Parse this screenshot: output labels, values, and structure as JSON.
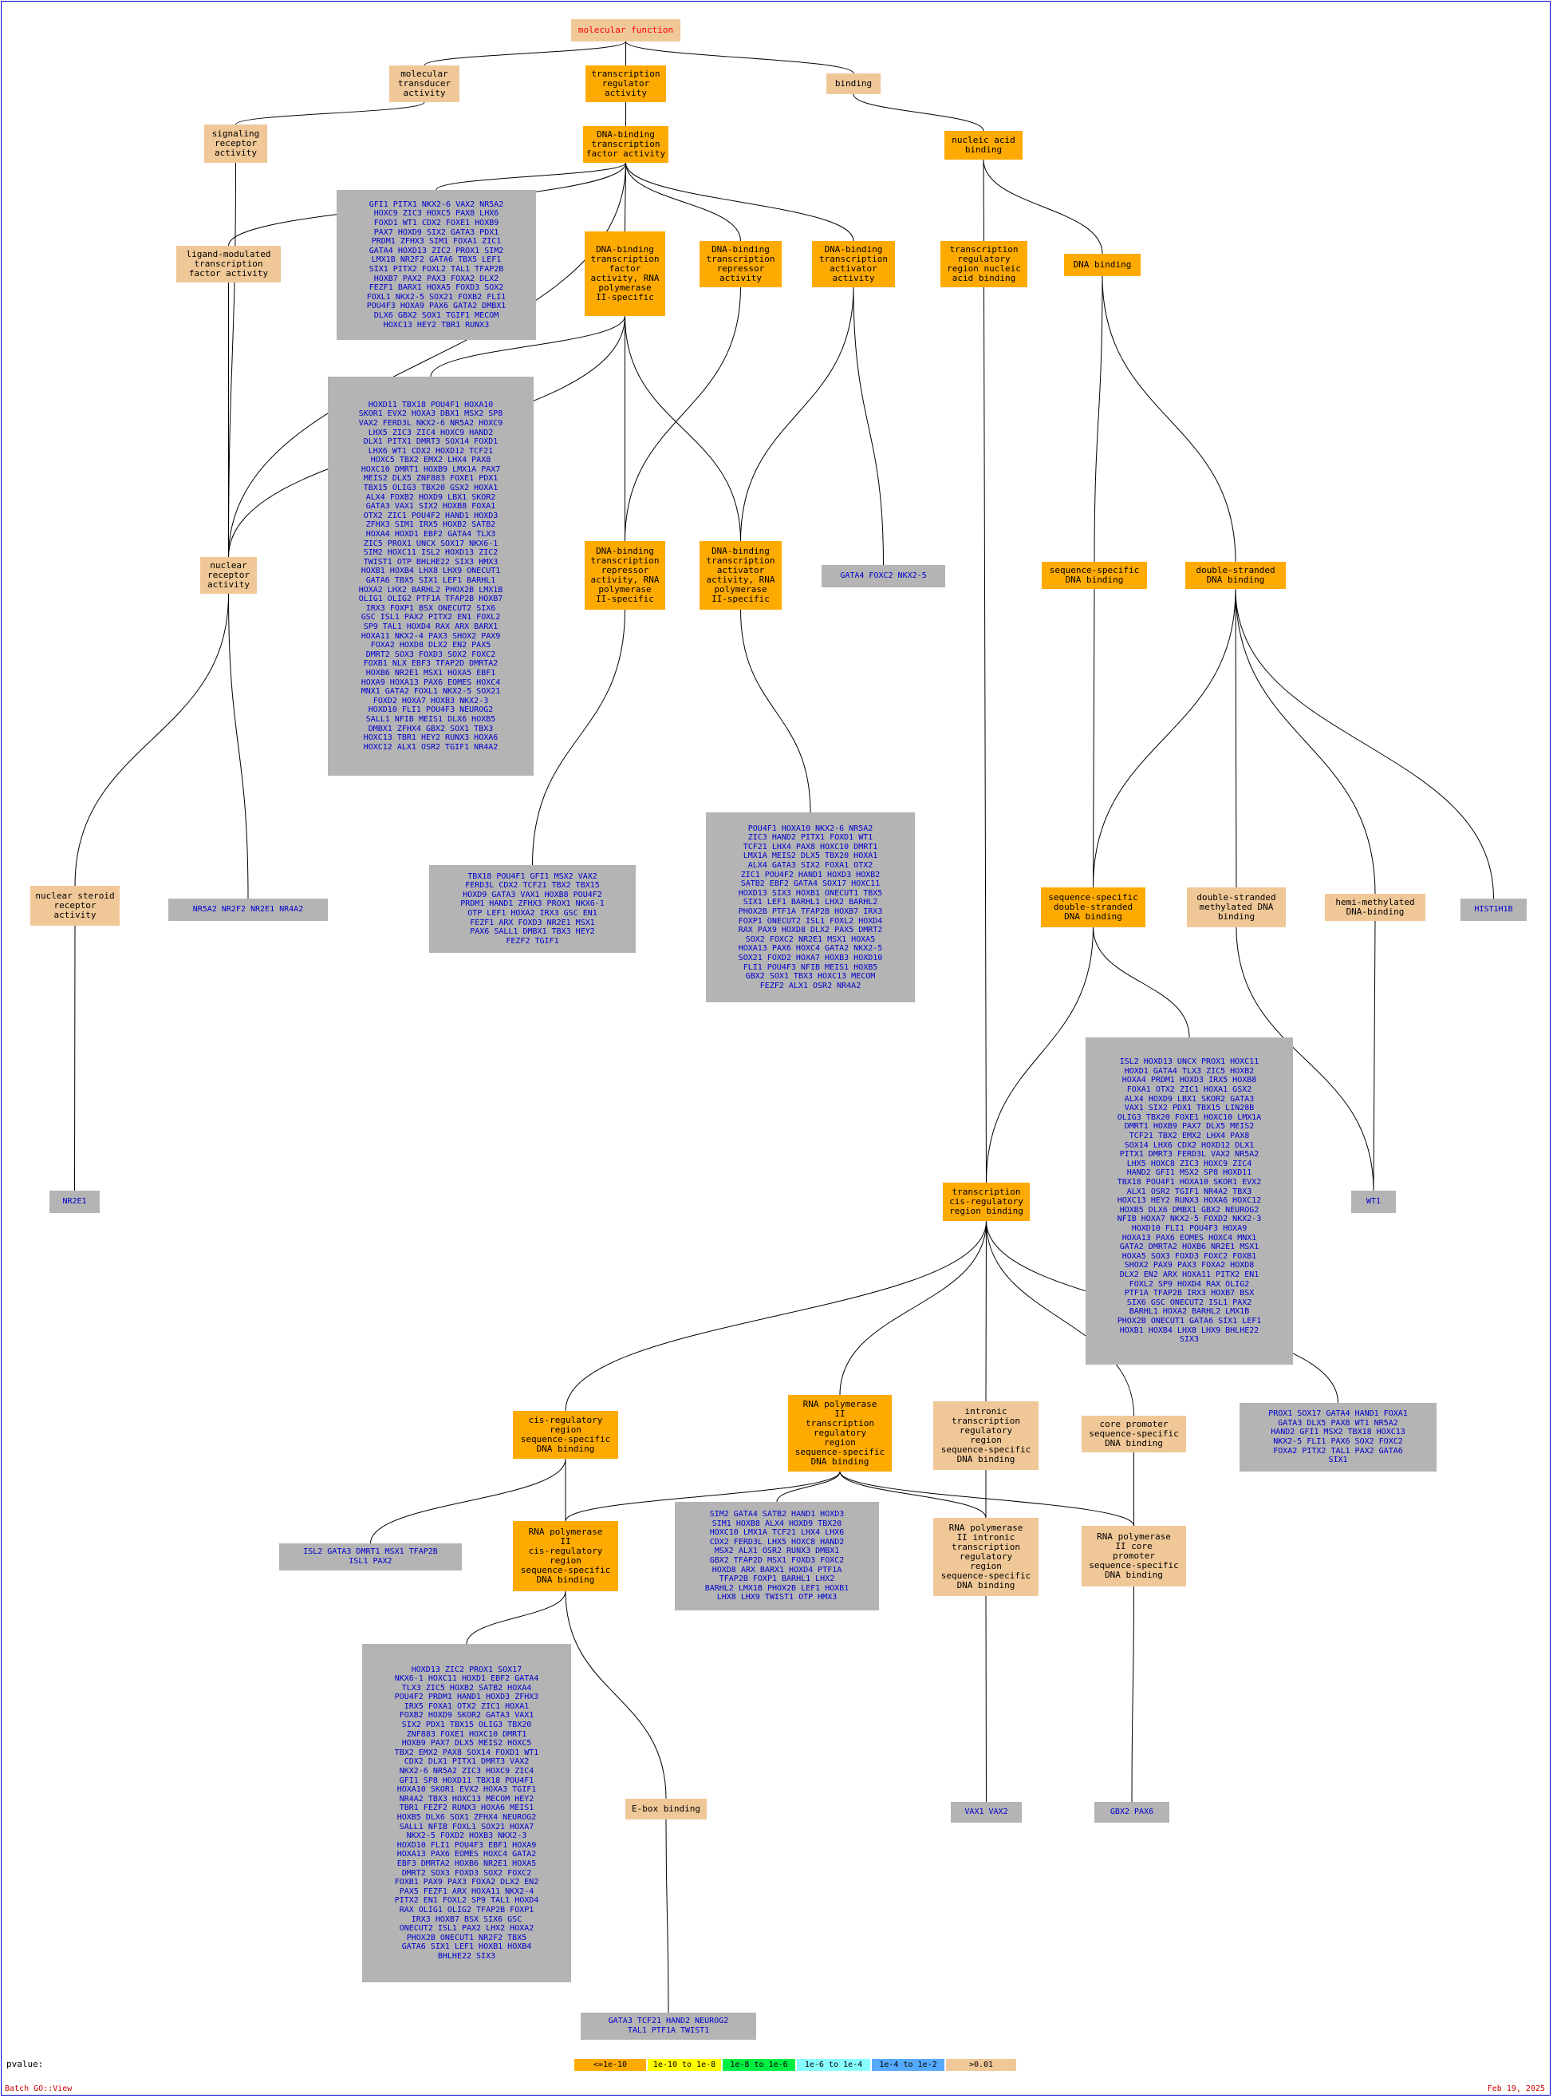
{
  "nodes": [
    {
      "id": "mf",
      "label": "molecular function",
      "sig": "5",
      "root": true
    },
    {
      "id": "mt",
      "label": "molecular\ntransducer\nactivity",
      "sig": "5"
    },
    {
      "id": "trx",
      "label": "transcription\nregulator\nactivity",
      "sig": "0"
    },
    {
      "id": "bind",
      "label": "binding",
      "sig": "5"
    },
    {
      "id": "srec",
      "label": "signaling\nreceptor\nactivity",
      "sig": "5"
    },
    {
      "id": "dbtf",
      "label": "DNA-binding\ntranscription\nfactor activity",
      "sig": "0"
    },
    {
      "id": "nab",
      "label": "nucleic acid\nbinding",
      "sig": "0"
    },
    {
      "id": "lig",
      "label": "ligand-modulated\ntranscription\nfactor activity",
      "sig": "5"
    },
    {
      "id": "dbpol",
      "label": "DNA-binding\ntranscription\nfactor\nactivity, RNA\npolymerase\nII-specific",
      "sig": "0"
    },
    {
      "id": "dbrep",
      "label": "DNA-binding\ntranscription\nrepressor\nactivity",
      "sig": "0"
    },
    {
      "id": "dbact",
      "label": "DNA-binding\ntranscription\nactivator\nactivity",
      "sig": "0"
    },
    {
      "id": "trrb",
      "label": "transcription\nregulatory\nregion nucleic\nacid binding",
      "sig": "0"
    },
    {
      "id": "dnab",
      "label": "DNA binding",
      "sig": "0"
    },
    {
      "id": "nrec",
      "label": "nuclear\nreceptor\nactivity",
      "sig": "5"
    },
    {
      "id": "reppol",
      "label": "DNA-binding\ntranscription\nrepressor\nactivity, RNA\npolymerase\nII-specific",
      "sig": "0"
    },
    {
      "id": "actpol",
      "label": "DNA-binding\ntranscription\nactivator\nactivity, RNA\npolymerase\nII-specific",
      "sig": "0"
    },
    {
      "id": "ssdb",
      "label": "sequence-specific\nDNA binding",
      "sig": "0"
    },
    {
      "id": "dsdb",
      "label": "double-stranded\nDNA binding",
      "sig": "0"
    },
    {
      "id": "nsr",
      "label": "nuclear steroid\nreceptor\nactivity",
      "sig": "5"
    },
    {
      "id": "ssds",
      "label": "sequence-specific\ndouble-stranded\nDNA binding",
      "sig": "0"
    },
    {
      "id": "dsmeth",
      "label": "double-stranded\nmethylated DNA\nbinding",
      "sig": "5"
    },
    {
      "id": "hemi",
      "label": "hemi-methylated\nDNA-binding",
      "sig": "5"
    },
    {
      "id": "tcis",
      "label": "transcription\ncis-regulatory\nregion binding",
      "sig": "0"
    },
    {
      "id": "cisreg",
      "label": "cis-regulatory\nregion\nsequence-specific\nDNA binding",
      "sig": "0"
    },
    {
      "id": "rnapol2",
      "label": "RNA polymerase\nII\ntranscription\nregulatory\nregion\nsequence-specific\nDNA binding",
      "sig": "0"
    },
    {
      "id": "intronic",
      "label": "intronic\ntranscription\nregulatory\nregion\nsequence-specific\nDNA binding",
      "sig": "5"
    },
    {
      "id": "corep",
      "label": "core promoter\nsequence-specific\nDNA binding",
      "sig": "5"
    },
    {
      "id": "rnacis",
      "label": "RNA polymerase\nII\ncis-regulatory\nregion\nsequence-specific\nDNA binding",
      "sig": "0"
    },
    {
      "id": "rnaintr",
      "label": "RNA polymerase\nII intronic\ntranscription\nregulatory\nregion\nsequence-specific\nDNA binding",
      "sig": "5"
    },
    {
      "id": "rnacore",
      "label": "RNA polymerase\nII core\npromoter\nsequence-specific\nDNA binding",
      "sig": "5"
    },
    {
      "id": "ebox",
      "label": "E-box binding",
      "sig": "5"
    }
  ],
  "genes": [
    {
      "id": "g_dbtf",
      "text": "GFI1 PITX1 NKX2-6 VAX2 NR5A2\nHOXC9 ZIC3 HOXC5 PAX8 LHX6\nFOXD1 WT1 CDX2 FOXE1 HOXB9\nPAX7 HOXD9 SIX2 GATA3 PDX1\nPRDM1 ZFHX3 SIM1 FOXA1 ZIC1\nGATA4 HOXD13 ZIC2 PROX1 SIM2\nLMX1B NR2F2 GATA6 TBX5 LEF1\nSIX1 PITX2 FOXL2 TAL1 TFAP2B\nHOXB7 PAX2 PAX3 FOXA2 DLX2\nFEZF1 BARX1 HOXA5 FOXD3 SOX2\nFOXL1 NKX2-5 SOX21 FOXB2 FLI1\nPOU4F3 HOXA9 PAX6 GATA2 DMBX1\nDLX6 GBX2 SOX1 TGIF1 MECOM\nHOXC13 HEY2 TBR1 RUNX3"
    },
    {
      "id": "g_dbpol",
      "text": "HOXD11 TBX18 POU4F1 HOXA10\nSKOR1 EVX2 HOXA3 DBX1 MSX2 SP8\nVAX2 FERD3L NKX2-6 NR5A2 HOXC9\nLHX5 ZIC3 ZIC4 HOXC9 HAND2\nDLX1 PITX1 DMRT3 SOX14 FOXD1\nLHX6 WT1 CDX2 HOXD12 TCF21\nHOXC5 TBX2 EMX2 LHX4 PAX8\nHOXC10 DMRT1 HOXB9 LMX1A PAX7\nMEIS2 DLX5 ZNF883 FOXE1 PDX1\nTBX15 OLIG3 TBX20 GSX2 HOXA1\nALX4 FOXB2 HOXD9 LBX1 SKOR2\nGATA3 VAX1 SIX2 HOXB8 FOXA1\nOTX2 ZIC1 POU4F2 HAND1 HOXD3\nZFHX3 SIM1 IRX5 HOXB2 SATB2\nHOXA4 HOXD1 EBF2 GATA4 TLX3\nZIC5 PROX1 UNCX SOX17 NKX6-1\nSIM2 HOXC11 ISL2 HOXD13 ZIC2\nTWIST1 OTP BHLHE22 SIX3 HMX3\nHOXB1 HOXB4 LHX8 LHX9 ONECUT1\nGATA6 TBX5 SIX1 LEF1 BARHL1\nHOXA2 LHX2 BARHL2 PHOX2B LMX1B\nOLIG1 OLIG2 PTF1A TFAP2B HOXB7\nIRX3 FOXP1 BSX ONECUT2 SIX6\nGSC ISL1 PAX2 PITX2 EN1 FOXL2\nSP9 TAL1 HOXD4 RAX ARX BARX1\nHOXA11 NKX2-4 PAX3 SHOX2 PAX9\nFOXA2 HOXD8 DLX2 EN2 PAX5\nDMRT2 SOX3 FOXD3 SOX2 FOXC2\nFOXB1 NLX EBF3 TFAP2D DMRTA2\nHOXB6 NR2E1 MSX1 HOXA5 EBF1\nHOXA9 HOXA13 PAX6 EOMES HOXC4\nMNX1 GATA2 FOXL1 NKX2-5 SOX21\nFOXD2 HOXA7 HOXB3 NKX2-3\nHOXD10 FLI1 POU4F3 NEUROG2\nSALL1 NFIB MEIS1 DLX6 HOXB5\nDMBX1 ZFHX4 GBX2 SOX1 TBX3\nHOXC13 TBR1 HEY2 RUNX3 HOXA6\nHOXC12 ALX1 OSR2 TGIF1 NR4A2"
    },
    {
      "id": "g_dbact",
      "text": "GATA4 FOXC2 NKX2-5"
    },
    {
      "id": "g_nrec",
      "text": "NR5A2 NR2F2 NR2E1 NR4A2"
    },
    {
      "id": "g_reppol",
      "text": "TBX18 POU4F1 GFI1 MSX2 VAX2\nFERD3L CDX2 TCF21 TBX2 TBX15\nHOXD9 GATA3 VAX1 HOXB8 POU4F2\nPRDM1 HAND1 ZFHX3 PROX1 NKX6-1\nOTP LEF1 HOXA2 IRX3 GSC EN1\nFEZF1 ARX FOXD3 NR2E1 MSX1\nPAX6 SALL1 DMBX1 TBX3 HEY2\nFEZF2 TGIF1"
    },
    {
      "id": "g_actpol",
      "text": "POU4F1 HOXA10 NKX2-6 NR5A2\nZIC3 HAND2 PITX1 FOXD1 WT1\nTCF21 LHX4 PAX8 HOXC10 DMRT1\nLMX1A MEIS2 DLX5 TBX20 HOXA1\nALX4 GATA3 SIX2 FOXA1 OTX2\nZIC1 POU4F2 HAND1 HOXD3 HOXB2\nSATB2 EBF2 GATA4 SOX17 HOXC11\nHOXD13 SIX3 HOXB1 ONECUT1 TBX5\nSIX1 LEF1 BARHL1 LHX2 BARHL2\nPHOX2B PTF1A TFAP2B HOXB7 IRX3\nFOXP1 ONECUT2 ISL1 FOXL2 HOXD4\nRAX PAX9 HOXD8 DLX2 PAX5 DMRT2\nSOX2 FOXC2 NR2E1 MSX1 HOXA5\nHOXA13 PAX6 HOXC4 GATA2 NKX2-5\nSOX21 FOXD2 HOXA7 HOXB3 HOXD10\nFLI1 POU4F3 NFIB MEIS1 HOXB5\nGBX2 SOX1 TBX3 HOXC13 MECOM\nFEZF2 ALX1 OSR2 NR4A2"
    },
    {
      "id": "g_nsr",
      "text": "NR2E1"
    },
    {
      "id": "g_ssds",
      "text": "ISL2 HOXD13 UNCX PROX1 HOXC11\nHOXD1 GATA4 TLX3 ZIC5 HOXB2\nHOXA4 PRDM1 HOXD3 IRX5 HOXB8\nFOXA1 OTX2 ZIC1 HOXA1 GSX2\nALX4 HOXD9 LBX1 SKOR2 GATA3\nVAX1 SIX2 PDX1 TBX15 LIN28B\nOLIG3 TBX20 FOXE1 HOXC10 LMX1A\nDMRT1 HOXB9 PAX7 DLX5 MEIS2\nTCF21 TBX2 EMX2 LHX4 PAX8\nSOX14 LHX6 CDX2 HOXD12 DLX1\nPITX1 DMRT3 FERD3L VAX2 NR5A2\nLHX5 HOXC8 ZIC3 HOXC9 ZIC4\nHAND2 GFI1 MSX2 SP8 HOXD11\nTBX18 POU4F1 HOXA10 SKOR1 EVX2\nALX1 OSR2 TGIF1 NR4A2 TBX3\nHOXC13 HEY2 RUNX3 HOXA6 HOXC12\nHOXB5 DLX6 DMBX1 GBX2 NEUROG2\nNFIB HOXA7 NKX2-5 FOXD2 NKX2-3\nHOXD10 FLI1 POU4F3 HOXA9\nHOXA13 PAX6 EOMES HOXC4 MNX1\nGATA2 DMRTA2 HOXB6 NR2E1 MSX1\nHOXA5 SOX3 FOXD3 FOXC2 FOXB1\nSHOX2 PAX9 PAX3 FOXA2 HOXD8\nDLX2 EN2 ARX HOXA11 PITX2 EN1\nFOXL2 SP9 HOXD4 RAX OLIG2\nPTF1A TFAP2B IRX3 HOXB7 BSX\nSIX6 GSC ONECUT2 ISL1 PAX2\nBARHL1 HOXA2 BARHL2 LMX1B\nPHOX2B ONECUT1 GATA6 SIX1 LEF1\nHOXB1 HOXB4 LHX8 LHX9 BHLHE22\nSIX3"
    },
    {
      "id": "g_hemi",
      "text": "WT1"
    },
    {
      "id": "g_dsdb",
      "text": "HIST1H1B"
    },
    {
      "id": "g_tcis",
      "text": "PROX1 SOX17 GATA4 HAND1 FOXA1\nGATA3 DLX5 PAX8 WT1 NR5A2\nHAND2 GFI1 MSX2 TBX18 HOXC13\nNKX2-5 FLI1 PAX6 SOX2 FOXC2\nFOXA2 PITX2 TAL1 PAX2 GATA6\nSIX1"
    },
    {
      "id": "g_cisreg",
      "text": "ISL2 GATA3 DMRT1 MSX1 TFAP2B\nISL1 PAX2"
    },
    {
      "id": "g_rnapol2",
      "text": "SIM2 GATA4 SATB2 HAND1 HOXD3\nSIM1 HOXB8 ALX4 HOXD9 TBX20\nHOXC10 LMX1A TCF21 LHX4 LHX6\nCDX2 FERD3L LHX5 HOXC8 HAND2\nMSX2 ALX1 OSR2 RUNX3 DMBX1\nGBX2 TFAP2D MSX1 FOXD3 FOXC2\nHOXD8 ARX BARX1 HOXD4 PTF1A\nTFAP2B FOXP1 BARHL1 LHX2\nBARHL2 LMX1B PHOX2B LEF1 HOXB1\nLHX8 LHX9 TWIST1 OTP HMX3"
    },
    {
      "id": "g_rnacis",
      "text": "HOXD13 ZIC2 PROX1 SOX17\nNKX6-1 HOXC11 HOXD1 EBF2 GATA4\nTLX3 ZIC5 HOXB2 SATB2 HOXA4\nPOU4F2 PRDM1 HAND1 HOXD3 ZFHX3\nIRX5 FOXA1 OTX2 ZIC1 HOXA1\nFOXB2 HOXD9 SKOR2 GATA3 VAX1\nSIX2 PDX1 TBX15 OLIG3 TBX20\nZNF883 FOXE1 HOXC10 DMRT1\nHOXB9 PAX7 DLX5 MEIS2 HOXC5\nTBX2 EMX2 PAX8 SOX14 FOXD1 WT1\nCDX2 DLX1 PITX1 DMRT3 VAX2\nNKX2-6 NR5A2 ZIC3 HOXC9 ZIC4\nGFI1 SP8 HOXD11 TBX18 POU4F1\nHOXA10 SKOR1 EVX2 HOXA3 TGIF1\nNR4A2 TBX3 HOXC13 MECOM HEY2\nTBR1 FEZF2 RUNX3 HOXA6 MEIS1\nHOXB5 DLX6 SOX1 ZFHX4 NEUROG2\nSALL1 NFIB FOXL1 SOX21 HOXA7\nNKX2-5 FOXD2 HOXB3 NKX2-3\nHOXD10 FLI1 POU4F3 EBF1 HOXA9\nHOXA13 PAX6 EOMES HOXC4 GATA2\nEBF3 DMRTA2 HOXB6 NR2E1 HOXA5\nDMRT2 SOX3 FOXD3 SOX2 FOXC2\nFOXB1 PAX9 PAX3 FOXA2 DLX2 EN2\nPAX5 FEZF1 ARX HOXA11 NKX2-4\nPITX2 EN1 FOXL2 SP9 TAL1 HOXD4\nRAX OLIG1 OLIG2 TFAP2B FOXP1\nIRX3 HOXB7 BSX SIX6 GSC\nONECUT2 ISL1 PAX2 LHX2 HOXA2\nPHOX2B ONECUT1 NR2F2 TBX5\nGATA6 SIX1 LEF1 HOXB1 HOXB4\nBHLHE22 SIX3"
    },
    {
      "id": "g_rnaintr",
      "text": "VAX1 VAX2"
    },
    {
      "id": "g_rnacore",
      "text": "GBX2 PAX6"
    },
    {
      "id": "g_ebox",
      "text": "GATA3 TCF21 HAND2 NEUROG2\nTAL1 PTF1A TWIST1"
    }
  ],
  "edges": [
    [
      "mf",
      "mt"
    ],
    [
      "mf",
      "trx"
    ],
    [
      "mf",
      "bind"
    ],
    [
      "mt",
      "srec"
    ],
    [
      "trx",
      "dbtf"
    ],
    [
      "bind",
      "nab"
    ],
    [
      "srec",
      "nrec"
    ],
    [
      "dbtf",
      "lig"
    ],
    [
      "dbtf",
      "g_dbtf"
    ],
    [
      "dbtf",
      "dbpol"
    ],
    [
      "dbtf",
      "dbrep"
    ],
    [
      "dbtf",
      "dbact"
    ],
    [
      "dbtf",
      "nrec"
    ],
    [
      "lig",
      "nrec"
    ],
    [
      "nab",
      "trrb"
    ],
    [
      "nab",
      "dnab"
    ],
    [
      "dbpol",
      "g_dbpol"
    ],
    [
      "dbpol",
      "reppol"
    ],
    [
      "dbpol",
      "actpol"
    ],
    [
      "dbpol",
      "nrec"
    ],
    [
      "dbrep",
      "reppol"
    ],
    [
      "dbact",
      "actpol"
    ],
    [
      "dbact",
      "g_dbact"
    ],
    [
      "trrb",
      "tcis"
    ],
    [
      "dnab",
      "ssdb"
    ],
    [
      "dnab",
      "dsdb"
    ],
    [
      "nrec",
      "nsr"
    ],
    [
      "nrec",
      "g_nrec"
    ],
    [
      "reppol",
      "g_reppol"
    ],
    [
      "actpol",
      "g_actpol"
    ],
    [
      "ssdb",
      "ssds"
    ],
    [
      "dsdb",
      "ssds"
    ],
    [
      "dsdb",
      "dsmeth"
    ],
    [
      "dsdb",
      "hemi"
    ],
    [
      "dsdb",
      "g_dsdb"
    ],
    [
      "nsr",
      "g_nsr"
    ],
    [
      "ssds",
      "g_ssds"
    ],
    [
      "ssds",
      "tcis"
    ],
    [
      "dsmeth",
      "g_hemi"
    ],
    [
      "hemi",
      "g_hemi"
    ],
    [
      "tcis",
      "cisreg"
    ],
    [
      "tcis",
      "rnapol2"
    ],
    [
      "tcis",
      "intronic"
    ],
    [
      "tcis",
      "corep"
    ],
    [
      "tcis",
      "g_tcis"
    ],
    [
      "cisreg",
      "g_cisreg"
    ],
    [
      "cisreg",
      "rnacis"
    ],
    [
      "rnapol2",
      "rnacis"
    ],
    [
      "rnapol2",
      "g_rnapol2"
    ],
    [
      "rnapol2",
      "rnaintr"
    ],
    [
      "rnapol2",
      "rnacore"
    ],
    [
      "intronic",
      "rnaintr"
    ],
    [
      "corep",
      "rnacore"
    ],
    [
      "rnacis",
      "g_rnacis"
    ],
    [
      "rnacis",
      "ebox"
    ],
    [
      "rnaintr",
      "g_rnaintr"
    ],
    [
      "rnacore",
      "g_rnacore"
    ],
    [
      "ebox",
      "g_ebox"
    ]
  ],
  "footer": {
    "pvalue_label": "pvalue:",
    "legend": [
      {
        "label": "<=1e-10",
        "color": "#ffaa00"
      },
      {
        "label": "1e-10 to 1e-8",
        "color": "#ffff00"
      },
      {
        "label": "1e-8 to 1e-6",
        "color": "#00ee44"
      },
      {
        "label": "1e-6 to 1e-4",
        "color": "#88ffff"
      },
      {
        "label": "1e-4 to 1e-2",
        "color": "#55aaff"
      },
      {
        "label": ">0.01",
        "color": "#f0c898"
      }
    ],
    "batch_label": "Batch GO::View",
    "date": "Feb 19, 2025"
  }
}
